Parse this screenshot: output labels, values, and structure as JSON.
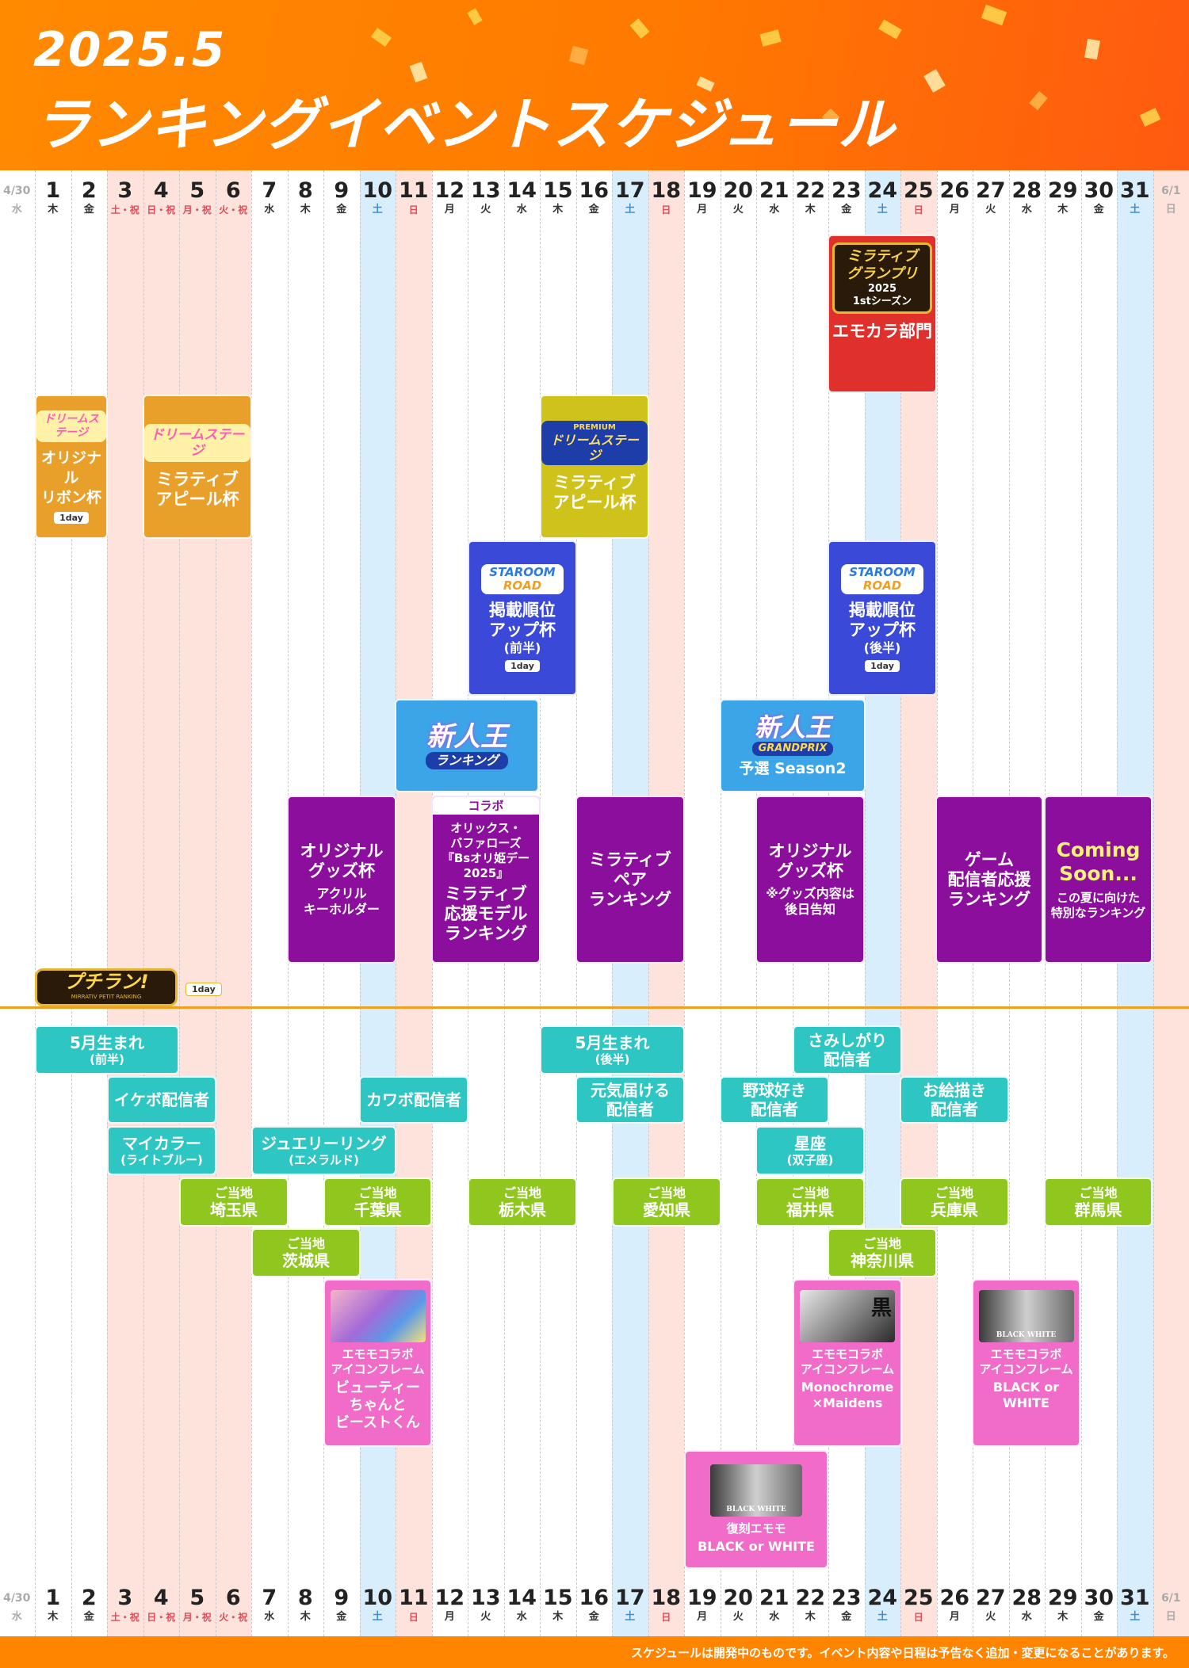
{
  "header": {
    "year": "2025.5",
    "title": "ランキングイベントスケジュール"
  },
  "colors": {
    "header": "#ff7a00",
    "saturday": "#d9eefc",
    "sunday_holiday": "#fde3dc",
    "petit_line": "#f0a020"
  },
  "days_before": {
    "num": "4/30",
    "wd": "水"
  },
  "days_after": {
    "num": "6/1",
    "wd": "日"
  },
  "days": [
    {
      "num": "1",
      "wd": "木"
    },
    {
      "num": "2",
      "wd": "金"
    },
    {
      "num": "3",
      "wd": "土・祝"
    },
    {
      "num": "4",
      "wd": "日・祝"
    },
    {
      "num": "5",
      "wd": "月・祝"
    },
    {
      "num": "6",
      "wd": "火・祝"
    },
    {
      "num": "7",
      "wd": "水"
    },
    {
      "num": "8",
      "wd": "木"
    },
    {
      "num": "9",
      "wd": "金"
    },
    {
      "num": "10",
      "wd": "土"
    },
    {
      "num": "11",
      "wd": "日"
    },
    {
      "num": "12",
      "wd": "月"
    },
    {
      "num": "13",
      "wd": "火"
    },
    {
      "num": "14",
      "wd": "水"
    },
    {
      "num": "15",
      "wd": "木"
    },
    {
      "num": "16",
      "wd": "金"
    },
    {
      "num": "17",
      "wd": "土"
    },
    {
      "num": "18",
      "wd": "日"
    },
    {
      "num": "19",
      "wd": "月"
    },
    {
      "num": "20",
      "wd": "火"
    },
    {
      "num": "21",
      "wd": "水"
    },
    {
      "num": "22",
      "wd": "木"
    },
    {
      "num": "23",
      "wd": "金"
    },
    {
      "num": "24",
      "wd": "土"
    },
    {
      "num": "25",
      "wd": "日"
    },
    {
      "num": "26",
      "wd": "月"
    },
    {
      "num": "27",
      "wd": "火"
    },
    {
      "num": "28",
      "wd": "水"
    },
    {
      "num": "29",
      "wd": "木"
    },
    {
      "num": "30",
      "wd": "金"
    },
    {
      "num": "31",
      "wd": "土"
    }
  ],
  "events": {
    "grandprix": {
      "logo1": "ミラティブ",
      "logo2": "グランプリ",
      "logo3": "2025",
      "logo4": "1stシーズン",
      "label": "エモカラ部門"
    },
    "dream1": {
      "logo": "ドリームステージ",
      "l1": "オリジナル",
      "l2": "リボン杯",
      "tag": "1day"
    },
    "dream2": {
      "logo": "ドリームステージ",
      "l1": "ミラティブ",
      "l2": "アピール杯"
    },
    "dream3": {
      "logo_top": "PREMIUM",
      "logo": "ドリームステージ",
      "l1": "ミラティブ",
      "l2": "アピール杯"
    },
    "star1": {
      "logo1": "STAROOM",
      "logo2": "ROAD",
      "l1": "掲載順位",
      "l2": "アップ杯",
      "l3": "(前半)",
      "tag": "1day"
    },
    "star2": {
      "logo1": "STAROOM",
      "logo2": "ROAD",
      "l1": "掲載順位",
      "l2": "アップ杯",
      "l3": "(後半)",
      "tag": "1day"
    },
    "rookie1": {
      "logo1": "新人王",
      "logo2": "ランキング"
    },
    "rookie2": {
      "logo1": "新人王",
      "logo2": "GRANDPRIX",
      "label": "予選 Season2"
    },
    "goods1": {
      "l1": "オリジナル",
      "l2": "グッズ杯",
      "s1": "アクリル",
      "s2": "キーホルダー"
    },
    "collab": {
      "tag": "コラボ",
      "s1": "オリックス・",
      "s2": "バファローズ",
      "s3": "『Bsオリ姫デー",
      "s4": "2025』",
      "l1": "ミラティブ",
      "l2": "応援モデル",
      "l3": "ランキング"
    },
    "pair": {
      "l1": "ミラティブ",
      "l2": "ペア",
      "l3": "ランキング"
    },
    "goods2": {
      "l1": "オリジナル",
      "l2": "グッズ杯",
      "s1": "※グッズ内容は",
      "s2": "後日告知"
    },
    "game": {
      "l1": "ゲーム",
      "l2": "配信者応援",
      "l3": "ランキング"
    },
    "soon": {
      "l1": "Coming",
      "l2": "Soon...",
      "s1": "この夏に向けた",
      "s2": "特別なランキング"
    }
  },
  "petit": {
    "logo": "プチラン!",
    "sub": "MIRRATIV PETIT RANKING",
    "tag": "1day"
  },
  "petit_events": [
    {
      "id": "may1",
      "t": "5月生まれ",
      "s": "(前半)"
    },
    {
      "id": "may2",
      "t": "5月生まれ",
      "s": "(後半)"
    },
    {
      "id": "lonely",
      "t": "さみしがり",
      "t2": "配信者"
    },
    {
      "id": "ikebo",
      "t": "イケボ配信者"
    },
    {
      "id": "kawabo",
      "t": "カワボ配信者"
    },
    {
      "id": "genki",
      "t": "元気届ける",
      "t2": "配信者"
    },
    {
      "id": "baseball",
      "t": "野球好き",
      "t2": "配信者"
    },
    {
      "id": "drawing",
      "t": "お絵描き",
      "t2": "配信者"
    },
    {
      "id": "mycolor",
      "t": "マイカラー",
      "s": "(ライトブルー)"
    },
    {
      "id": "jewelry",
      "t": "ジュエリーリング",
      "s": "(エメラルド)"
    },
    {
      "id": "seiza",
      "t": "星座",
      "s": "(双子座)"
    }
  ],
  "local_events": [
    {
      "id": "saitama",
      "s": "ご当地",
      "t": "埼玉県"
    },
    {
      "id": "chiba",
      "s": "ご当地",
      "t": "千葉県"
    },
    {
      "id": "tochigi",
      "s": "ご当地",
      "t": "栃木県"
    },
    {
      "id": "aichi",
      "s": "ご当地",
      "t": "愛知県"
    },
    {
      "id": "fukui",
      "s": "ご当地",
      "t": "福井県"
    },
    {
      "id": "hyogo",
      "s": "ご当地",
      "t": "兵庫県"
    },
    {
      "id": "gunma",
      "s": "ご当地",
      "t": "群馬県"
    },
    {
      "id": "ibaraki",
      "s": "ご当地",
      "t": "茨城県"
    },
    {
      "id": "kanagawa",
      "s": "ご当地",
      "t": "神奈川県"
    }
  ],
  "emomo": {
    "beauty": {
      "s1": "エモモコラボ",
      "s2": "アイコンフレーム",
      "t1": "ビューティー",
      "t2": "ちゃんと",
      "t3": "ビーストくん"
    },
    "mono": {
      "s1": "エモモコラボ",
      "s2": "アイコンフレーム",
      "t1": "Monochrome",
      "t2": "×Maidens",
      "mark": "黒"
    },
    "bw": {
      "s1": "エモモコラボ",
      "s2": "アイコンフレーム",
      "t1": "BLACK or",
      "t2": "WHITE",
      "mark": "BLACK WHITE"
    },
    "revival": {
      "s1": "復刻エモモ",
      "t1": "BLACK or WHITE",
      "mark": "BLACK WHITE"
    }
  },
  "footer": {
    "note": "スケジュールは開発中のものです。イベント内容や日程は予告なく追加・変更になることがあります。"
  }
}
